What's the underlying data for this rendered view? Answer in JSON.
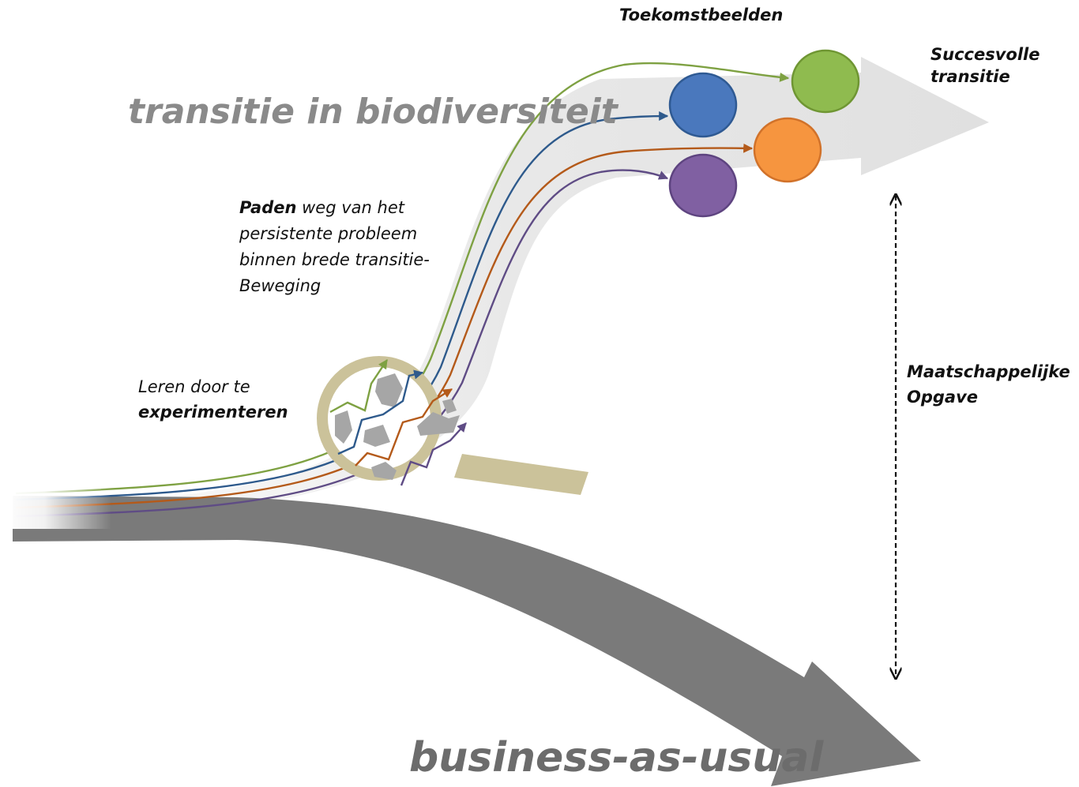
{
  "labels": {
    "transition_title": "transitie in biodiversiteit",
    "bau_title": "business-as-usual",
    "future_images": "Toekomstbeelden",
    "success_line1": "Succesvolle",
    "success_line2": "transitie",
    "paths_bold": "Paden",
    "paths_line1_rest": " weg van het",
    "paths_line2": "persistente probleem",
    "paths_line3": "binnen brede transitie-",
    "paths_line4": "Beweging",
    "learn_line1": "Leren door te",
    "learn_line2": "experimenteren",
    "society_line1": "Maatschappelijke",
    "society_line2": "Opgave"
  },
  "colors": {
    "green": "#7ea142",
    "blue": "#2e5a8c",
    "orange": "#b45a1a",
    "purple": "#5f4c85",
    "circle_green": "#8fbb4f",
    "circle_blue": "#4a78bd",
    "circle_orange": "#f6953f",
    "circle_purple": "#8060a2",
    "bau_arrow": "#7a7a7a",
    "transition_band": "#e8e8e8",
    "magnifier": "#cbc29a",
    "title_gray": "#8a8a8a",
    "bau_text": "#6c6c6c"
  }
}
